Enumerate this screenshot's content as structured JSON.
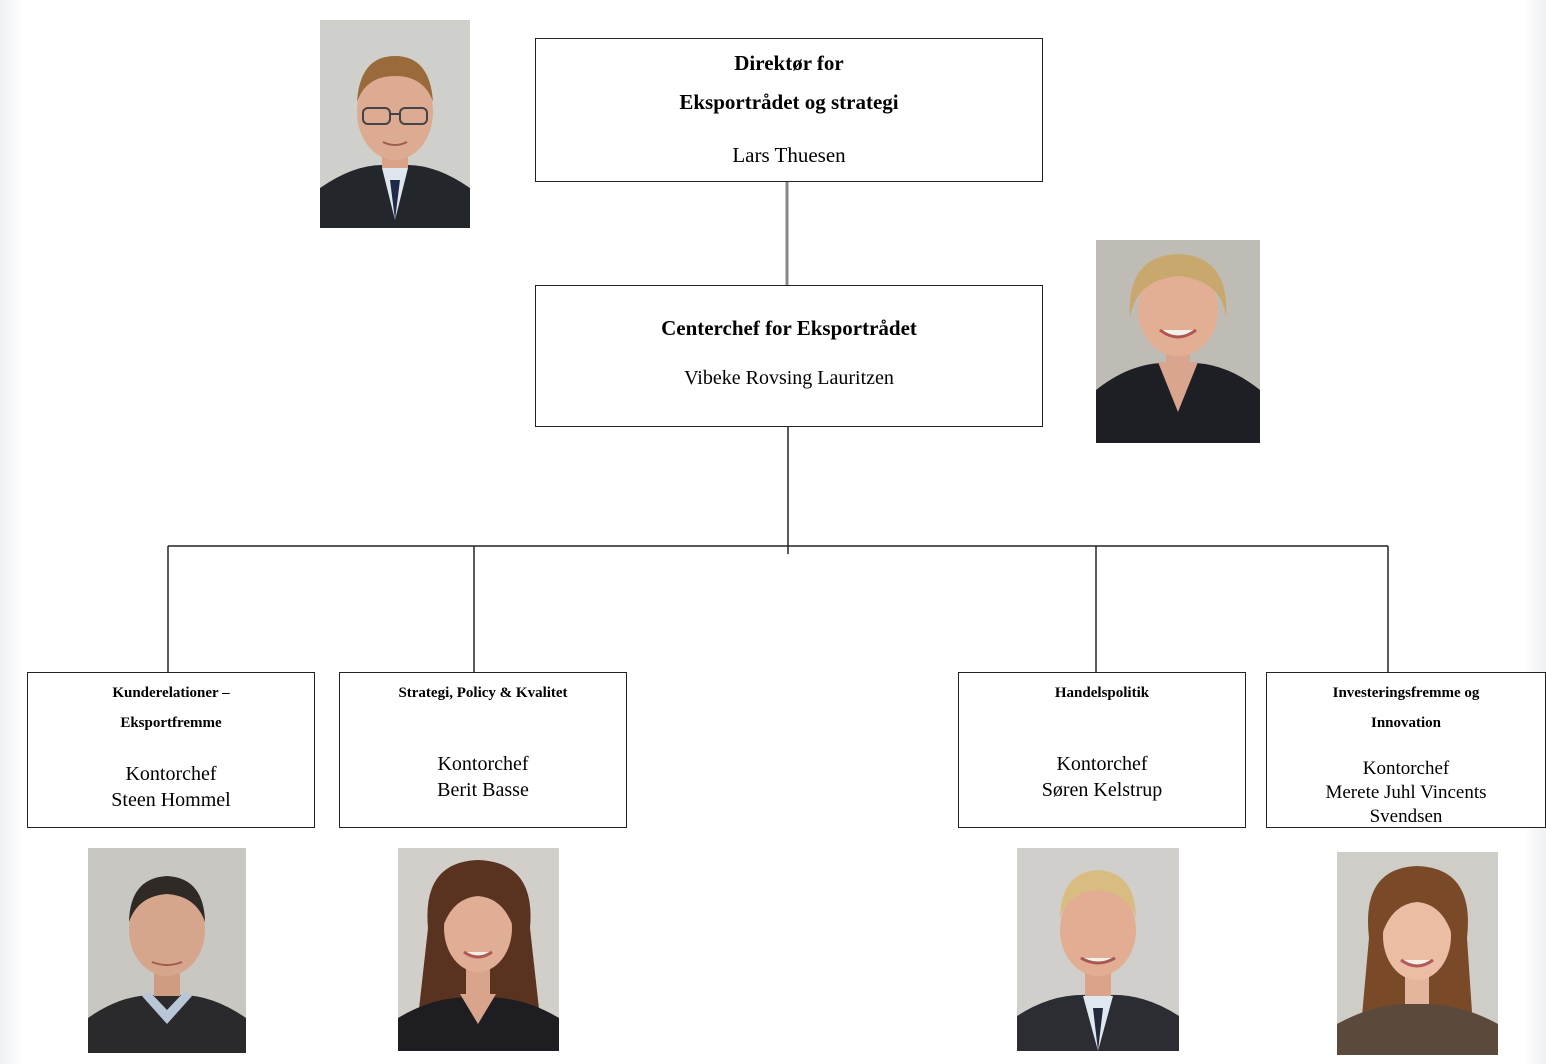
{
  "director": {
    "title_line1": "Direktør for",
    "title_line2": "Eksportrådet og strategi",
    "name": "Lars Thuesen"
  },
  "center_chief": {
    "title": "Centerchef for Eksportrådet",
    "name": "Vibeke Rovsing Lauritzen"
  },
  "offices": [
    {
      "title_line1": "Kunderelationer –",
      "title_line2": "Eksportfremme",
      "role": "Kontorchef",
      "name": "Steen Hommel"
    },
    {
      "title_line1": "Strategi, Policy & Kvalitet",
      "title_line2": "",
      "role": "Kontorchef",
      "name": "Berit Basse"
    },
    {
      "title_line1": "Handelspolitik",
      "title_line2": "",
      "role": "Kontorchef",
      "name": "Søren Kelstrup"
    },
    {
      "title_line1": "Investeringsfremme og",
      "title_line2": "Innovation",
      "role": "Kontorchef",
      "name_line1": "Merete Juhl Vincents",
      "name_line2": "Svendsen"
    }
  ],
  "colors": {
    "connector_gray": "#888888",
    "connector_black": "#222222",
    "box_border": "#222222"
  },
  "icons": [
    "portrait-photo"
  ]
}
